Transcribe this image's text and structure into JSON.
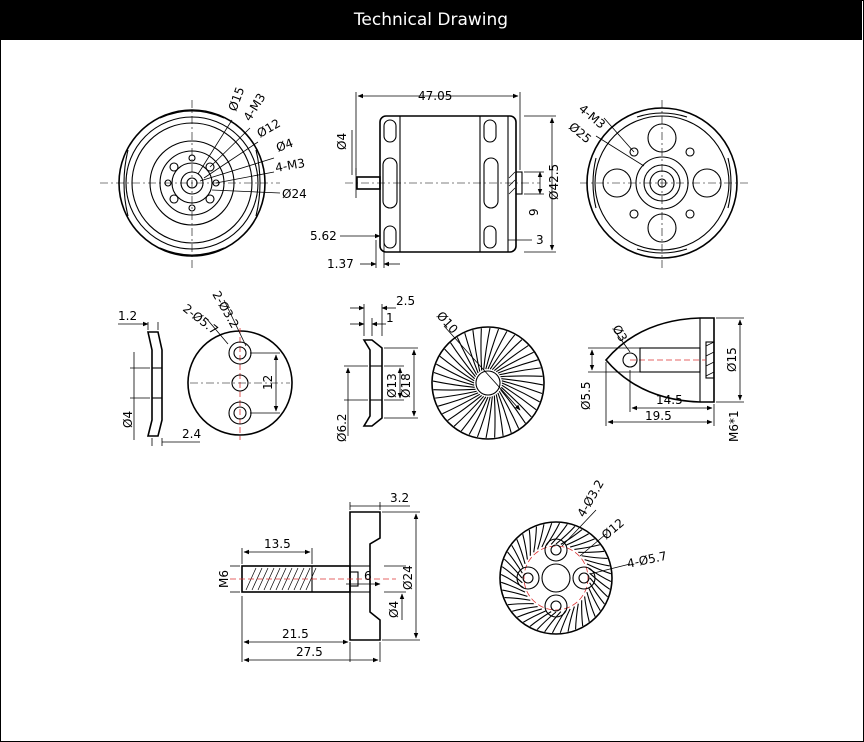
{
  "header": {
    "title": "Technical Drawing"
  },
  "dims": {
    "front": {
      "d15": "Ø15",
      "m3a": "4-M3",
      "d12": "Ø12",
      "d4": "Ø4",
      "m3b": "4-M3",
      "d24": "Ø24"
    },
    "side": {
      "len": "47.05",
      "shaft": "Ø4",
      "dia": "Ø42.5",
      "nine": "9",
      "three": "3",
      "a": "5.62",
      "b": "1.37"
    },
    "back": {
      "m3": "4-M3",
      "d25": "Ø25"
    },
    "washer": {
      "t": "1.2",
      "h1": "2-Ø5.7",
      "h2": "2-Ø3.2",
      "d4": "Ø4",
      "w": "2.4",
      "pitch": "12"
    },
    "adapter": {
      "t1": "2.5",
      "t2": "1",
      "d10": "Ø10",
      "d62": "Ø6.2",
      "d13": "Ø13",
      "d18": "Ø18"
    },
    "cone": {
      "d3": "Ø3",
      "d15": "Ø15",
      "d55": "Ø5.5",
      "l145": "14.5",
      "l195": "19.5",
      "m6": "M6*1"
    },
    "bolt": {
      "t": "3.2",
      "l135": "13.5",
      "m6": "M6",
      "s6": "6",
      "d24": "Ø24",
      "d4": "Ø4",
      "l215": "21.5",
      "l275": "27.5"
    },
    "disc": {
      "h32": "4-Ø3.2",
      "d12": "Ø12",
      "h57": "4-Ø5.7"
    }
  }
}
